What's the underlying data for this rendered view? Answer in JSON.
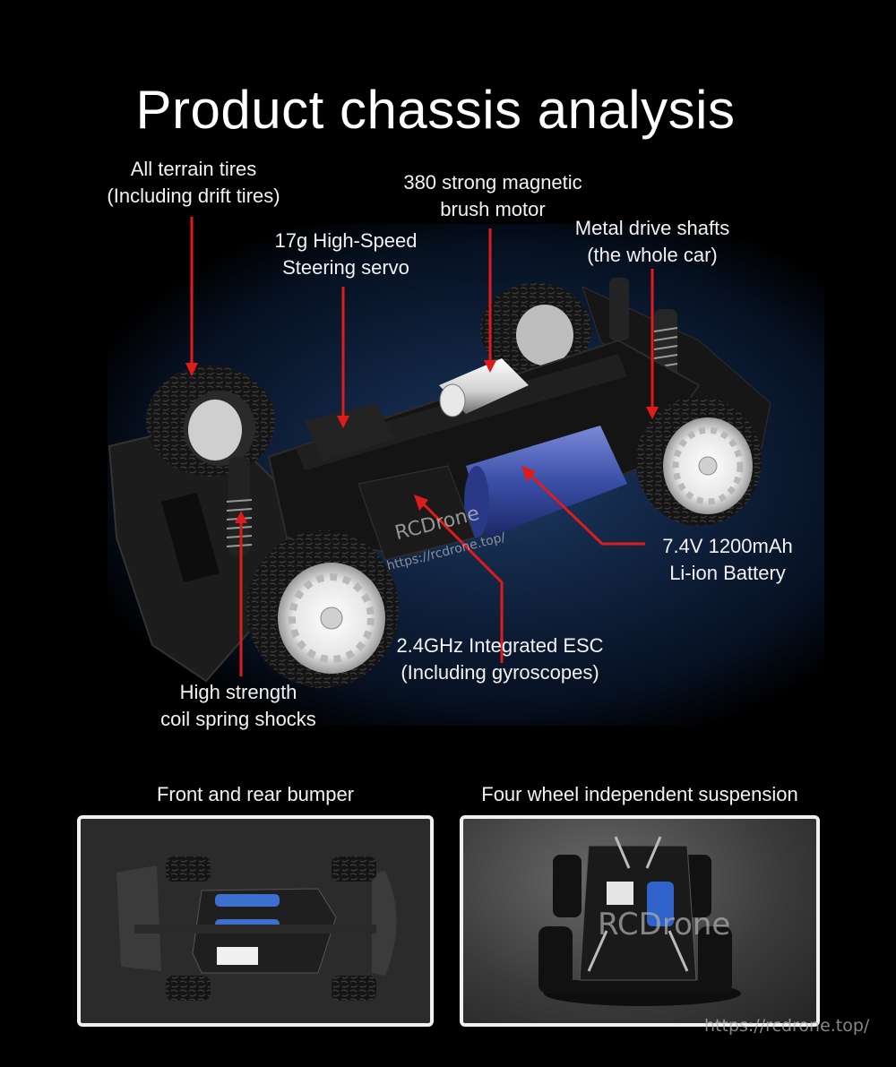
{
  "title": "Product chassis analysis",
  "callouts": {
    "tires": {
      "line1": "All terrain tires",
      "line2": "(Including drift tires)"
    },
    "servo": {
      "line1": "17g High-Speed",
      "line2": "Steering servo"
    },
    "motor": {
      "line1": "380 strong magnetic",
      "line2": "brush motor"
    },
    "shafts": {
      "line1": "Metal drive shafts",
      "line2": "(the whole car)"
    },
    "battery": {
      "line1": "7.4V 1200mAh",
      "line2": "Li-ion Battery"
    },
    "esc": {
      "line1": "2.4GHz Integrated ESC",
      "line2": "(Including gyroscopes)"
    },
    "shocks": {
      "line1": "High strength",
      "line2": "coil spring shocks"
    }
  },
  "watermark": {
    "brand": "RCDrone",
    "url": "https://rcdrone.top/"
  },
  "bottom": {
    "left_title": "Front and rear bumper",
    "right_title": "Four wheel independent suspension"
  },
  "colors": {
    "background": "#000000",
    "callout_line": "#e01b1b",
    "battery_blue": "#3a4fa8",
    "panel_border": "#f0f0f0"
  }
}
